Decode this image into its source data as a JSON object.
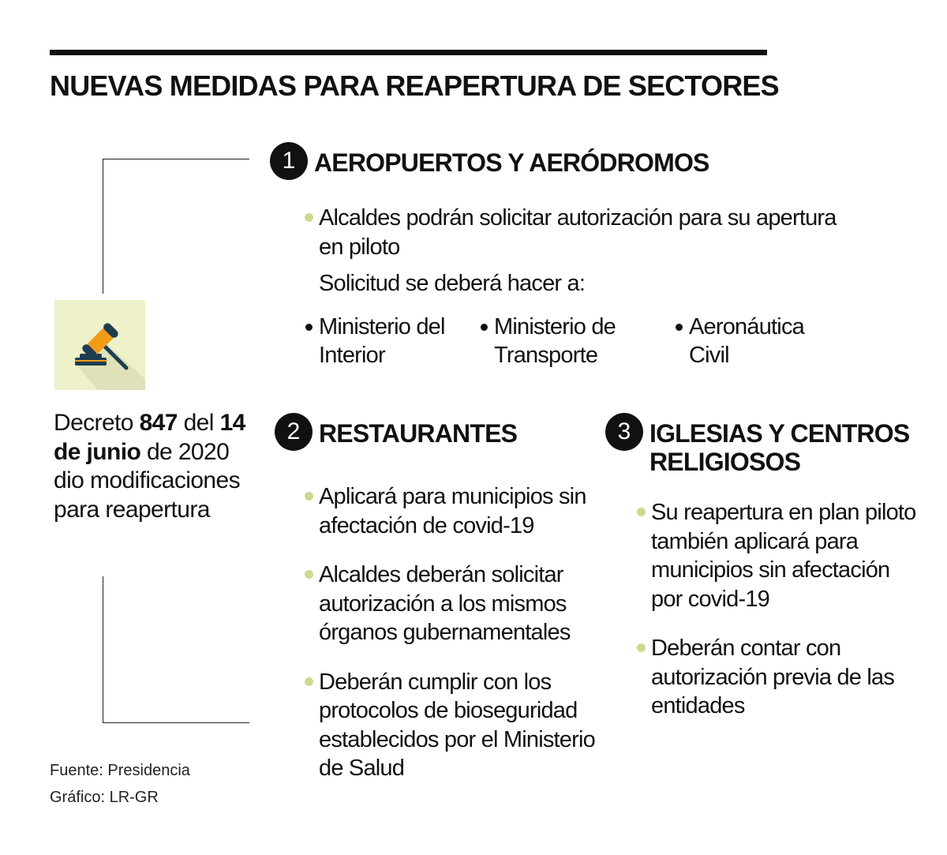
{
  "title": "NUEVAS MEDIDAS PARA REAPERTURA DE SECTORES",
  "decree": {
    "p1": "Decreto ",
    "n": "847",
    "p2": " del ",
    "date": "14 de junio",
    "p3": " de 2020 dio modificaciones para reapertura"
  },
  "icon": "gavel-icon",
  "sections": [
    {
      "number": "1",
      "title": "AEROPUERTOS Y AERÓDROMOS",
      "bullets": [
        "Alcaldes podrán solicitar autorización para su apertura en piloto"
      ],
      "note": "Solicitud se deberá hacer a:",
      "entities": [
        "Ministerio del Interior",
        "Ministerio de Transporte",
        "Aeronáutica Civil"
      ]
    },
    {
      "number": "2",
      "title": "RESTAURANTES",
      "bullets": [
        "Aplicará para municipios sin afectación de covid-19",
        "Alcaldes deberán solicitar autorización a los mismos órganos gubernamentales",
        "Deberán cumplir con los protocolos de bioseguridad establecidos por el Ministerio de Salud"
      ]
    },
    {
      "number": "3",
      "title": "IGLESIAS Y CENTROS RELIGIOSOS",
      "bullets": [
        "Su reapertura en plan piloto también aplicará para municipios sin afectación por covid-19",
        "Deberán contar con autorización previa de las entidades"
      ]
    }
  ],
  "source": "Fuente: Presidencia",
  "credit": "Gráfico: LR-GR",
  "colors": {
    "bullet": "#c8dc8e",
    "icon_bg": "#eef1c9",
    "gavel_head": "#f29b16",
    "gavel_dark": "#1f3d52"
  }
}
